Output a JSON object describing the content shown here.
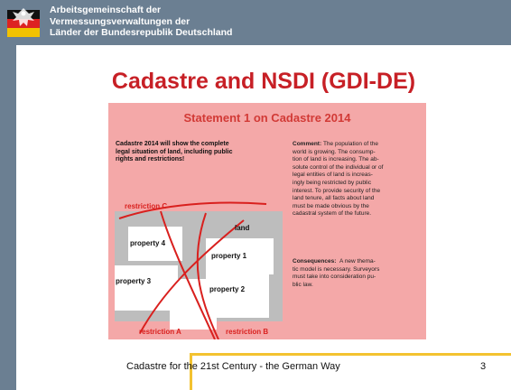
{
  "header": {
    "org_line1": "Arbeitsgemeinschaft der",
    "org_line2": "Vermessungsverwaltungen der",
    "org_line3": "Länder der Bundesrepublik Deutschland",
    "logo_icon": "german-eagle-flag-logo"
  },
  "slide": {
    "title": "Cadastre and NSDI (GDI-DE)",
    "panel_title": "Statement 1 on Cadastre 2014",
    "statement_line1": "Cadastre 2014 will show the complete",
    "statement_line2": "legal situation of land, including public",
    "statement_line3": "rights and restrictions!",
    "comment_label": "Comment:",
    "comment_lines": [
      "The population of the",
      "world is growing. The consump-",
      "tion of land is increasing. The ab-",
      "solute control of the individual or of",
      "legal entities of land is increas-",
      "ingly being restricted by public",
      "interest. To provide security of the",
      "land tenure, all facts about land",
      "must be made obvious by the",
      "cadastral system of the future."
    ],
    "consequences_label": "Consequences:",
    "consequences_lines": [
      "A new thema-",
      "tic model is necessary. Surveyors",
      "must take into consideration pu-",
      "blic law."
    ],
    "diagram": {
      "restriction_c": "restriction C",
      "restriction_a": "restriction A",
      "restriction_b": "restriction B",
      "land": "land",
      "property1": "property 1",
      "property2": "property 2",
      "property3": "property 3",
      "property4": "property 4"
    }
  },
  "footer": {
    "text": "Cadastre for the 21st Century  - the German Way",
    "page_number": "3"
  },
  "colors": {
    "header_bg": "#6b7f92",
    "title_red": "#c72026",
    "panel_bg": "#f4a8a8",
    "accent_yellow": "#f3c230"
  }
}
